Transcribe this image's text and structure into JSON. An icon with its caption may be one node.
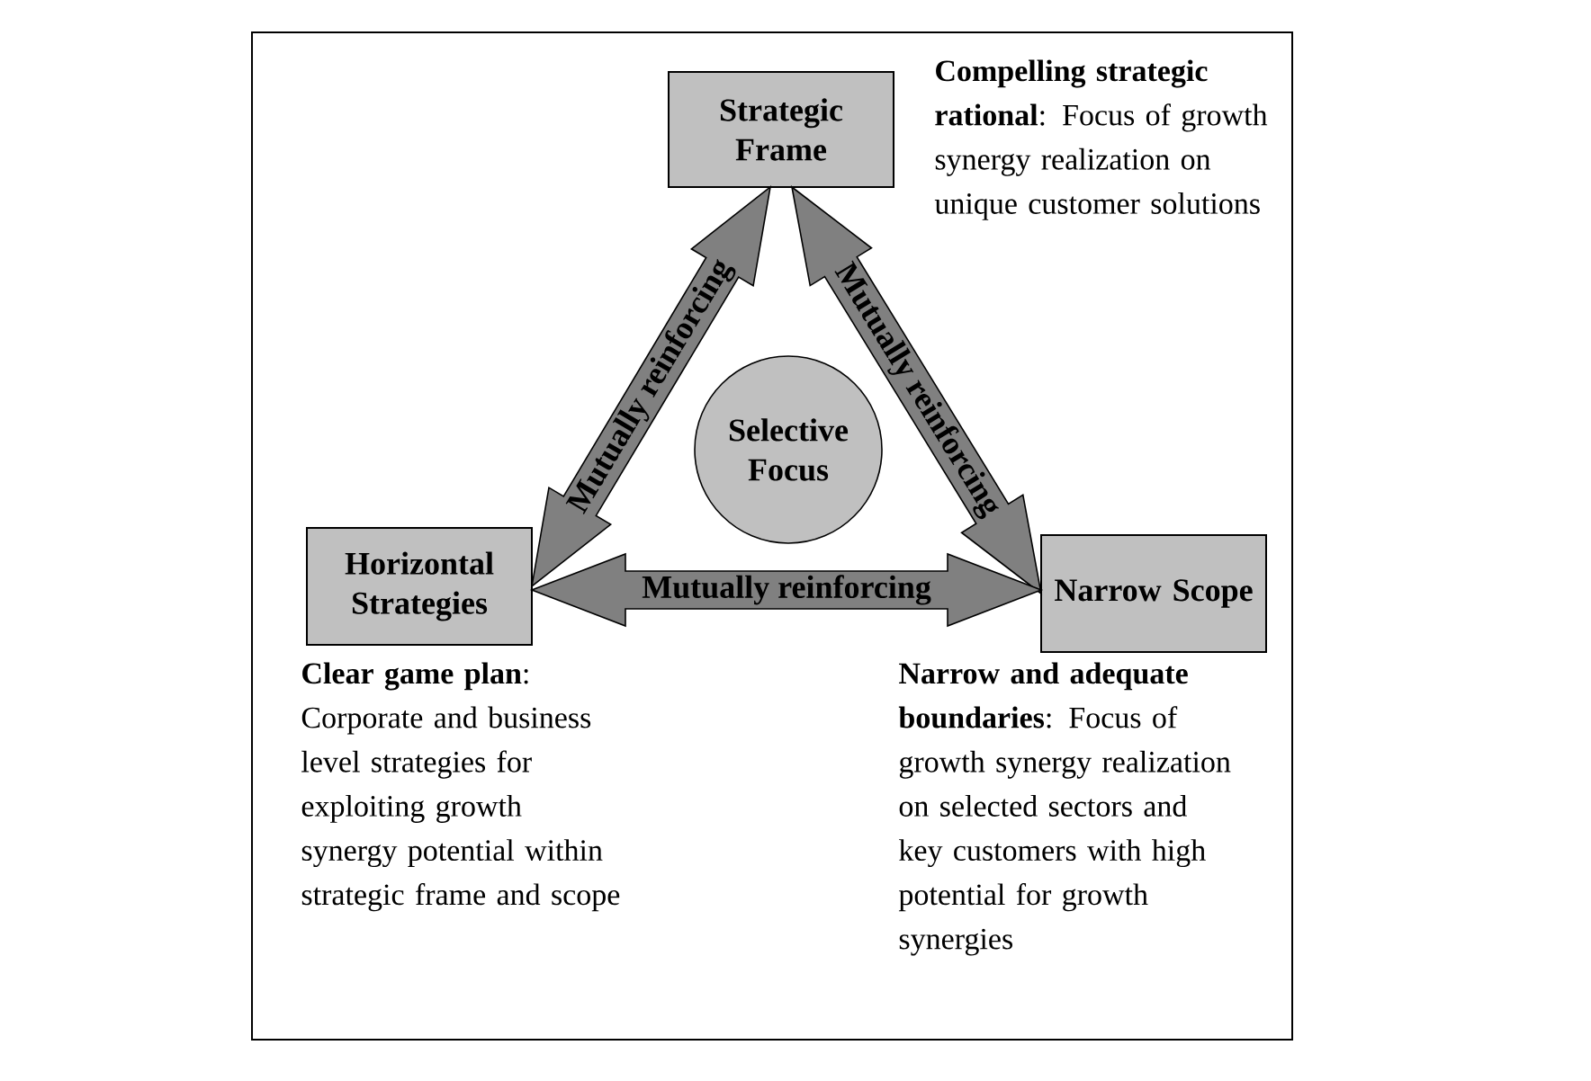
{
  "diagram": {
    "nodes": [
      {
        "text": [
          "Strategic Frame"
        ],
        "beside": [
          "**Compelling strategic rational**: Focus of growth synergy realization on unique customer solutions"
        ]
      },
      {
        "text": [
          "Horizontal Strategies"
        ],
        "beside": [
          "**Clear game plan**: Corporate and business level strategies for exploiting growth synergy potential within strategic frame and scope"
        ]
      },
      {
        "text": [
          "Narrow Scope"
        ],
        "beside": [
          "**Narrow and adequate boundaries**: Focus of growth synergy realization on selected sectors and key customers with high potential for growth synergies"
        ]
      },
      {
        "text": [
          "Selective Focus"
        ]
      }
    ],
    "edges": [
      {
        "from": 1,
        "to": 0,
        "arrow": "both",
        "label": "Mutually reinforcing"
      },
      {
        "from": 0,
        "to": 2,
        "arrow": "both",
        "label": "Mutually reinforcing"
      },
      {
        "from": 1,
        "to": 2,
        "arrow": "both",
        "label": "Mutually reinforcing"
      }
    ]
  }
}
